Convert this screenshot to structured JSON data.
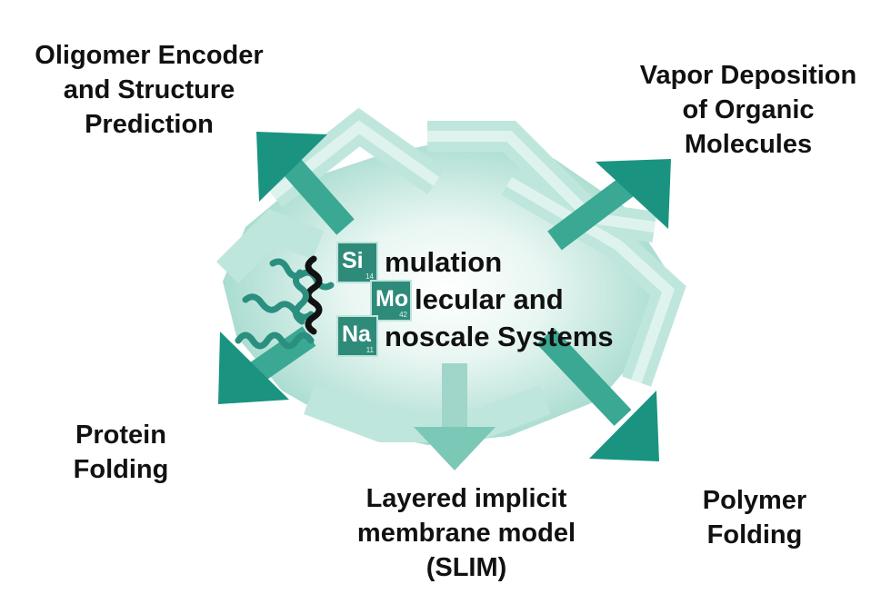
{
  "labels": {
    "oligomer": "Oligomer Encoder\nand Structure\nPrediction",
    "vapor": "Vapor Deposition\nof Organic\nMolecules",
    "protein": "Protein\nFolding",
    "slim": "Layered implicit\nmembrane model\n(SLIM)",
    "polymer": "Polymer\nFolding"
  },
  "center": {
    "line1": "mulation",
    "line2": "lecular and",
    "line3": "noscale Systems"
  },
  "tiles": [
    {
      "symbol": "Si",
      "number": "14"
    },
    {
      "symbol": "Mo",
      "number": "42"
    },
    {
      "symbol": "Na",
      "number": "11"
    }
  ],
  "colors": {
    "arrow_dark": "#1a9480",
    "arrow_light": "#b9e6dc",
    "tile": "#2e8b7a",
    "helix": "#2b8f7f"
  }
}
